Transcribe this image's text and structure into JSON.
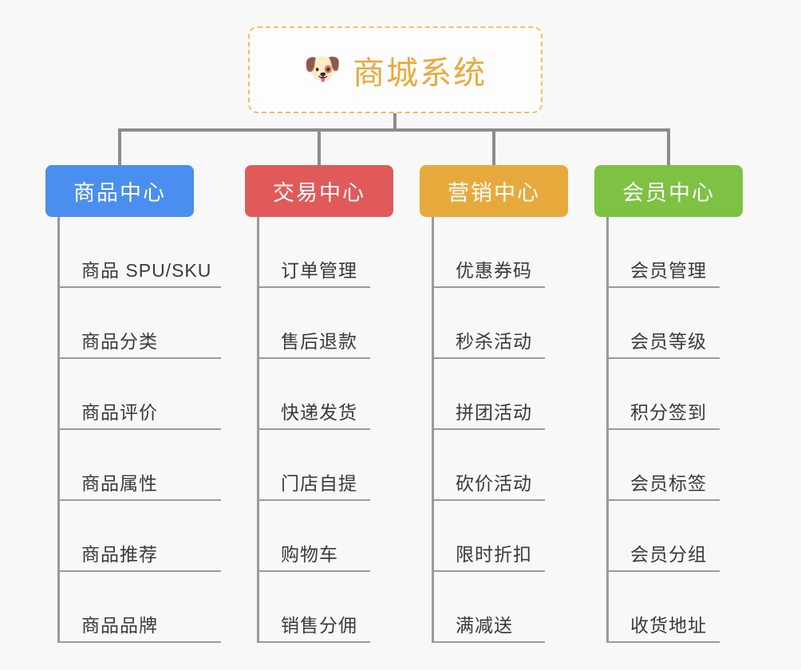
{
  "page": {
    "background_color": "#f8f8f8",
    "line_color": "#8c8c8c"
  },
  "root": {
    "icon": "dog-face-emoji",
    "icon_glyph": "🐶",
    "title": "商城系统",
    "border_color": "#f0c060",
    "text_color": "#e8a93c"
  },
  "columns": [
    {
      "id": "product-center",
      "label": "商品中心",
      "color": "#4a8ef0",
      "items": [
        {
          "label": "商品 SPU/SKU"
        },
        {
          "label": "商品分类"
        },
        {
          "label": "商品评价"
        },
        {
          "label": "商品属性"
        },
        {
          "label": "商品推荐"
        },
        {
          "label": "商品品牌"
        }
      ]
    },
    {
      "id": "trade-center",
      "label": "交易中心",
      "color": "#e05a5a",
      "items": [
        {
          "label": "订单管理"
        },
        {
          "label": "售后退款"
        },
        {
          "label": "快递发货"
        },
        {
          "label": "门店自提"
        },
        {
          "label": "购物车"
        },
        {
          "label": "销售分佣"
        }
      ]
    },
    {
      "id": "marketing-center",
      "label": "营销中心",
      "color": "#e8a93c",
      "items": [
        {
          "label": "优惠券码"
        },
        {
          "label": "秒杀活动"
        },
        {
          "label": "拼团活动"
        },
        {
          "label": "砍价活动"
        },
        {
          "label": "限时折扣"
        },
        {
          "label": "满减送"
        }
      ]
    },
    {
      "id": "member-center",
      "label": "会员中心",
      "color": "#7dc242",
      "items": [
        {
          "label": "会员管理"
        },
        {
          "label": "会员等级"
        },
        {
          "label": "积分签到"
        },
        {
          "label": "会员标签"
        },
        {
          "label": "会员分组"
        },
        {
          "label": "收货地址"
        }
      ]
    }
  ]
}
